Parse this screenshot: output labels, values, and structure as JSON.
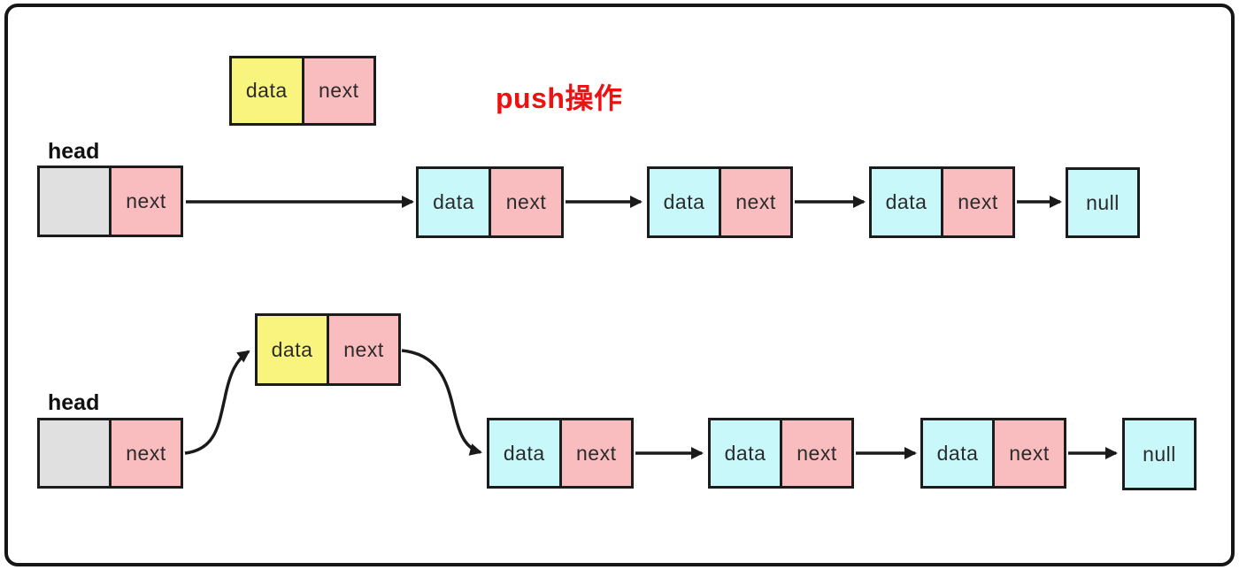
{
  "title": {
    "text": "push操作",
    "color": "#ee1111"
  },
  "colors": {
    "yellow": "#f8f47e",
    "pink": "#f9bdc0",
    "cyan": "#c9f8fb",
    "gray": "#e0e0e0",
    "line": "#1a1a1a",
    "frame_border": "#161616",
    "background": "#ffffff",
    "cell_text": "#2b2b2b"
  },
  "nodes": [
    {
      "id": "new-node-top",
      "cells": [
        {
          "label": "data",
          "color": "yellow"
        },
        {
          "label": "next",
          "color": "pink"
        }
      ]
    },
    {
      "id": "head-top",
      "label": "head",
      "cells": [
        {
          "label": "",
          "color": "gray"
        },
        {
          "label": "next",
          "color": "pink"
        }
      ]
    },
    {
      "id": "node1-top",
      "cells": [
        {
          "label": "data",
          "color": "cyan"
        },
        {
          "label": "next",
          "color": "pink"
        }
      ]
    },
    {
      "id": "node2-top",
      "cells": [
        {
          "label": "data",
          "color": "cyan"
        },
        {
          "label": "next",
          "color": "pink"
        }
      ]
    },
    {
      "id": "node3-top",
      "cells": [
        {
          "label": "data",
          "color": "cyan"
        },
        {
          "label": "next",
          "color": "pink"
        }
      ]
    },
    {
      "id": "null-top",
      "cells": [
        {
          "label": "null",
          "color": "cyan"
        }
      ]
    },
    {
      "id": "new-node-bottom",
      "cells": [
        {
          "label": "data",
          "color": "yellow"
        },
        {
          "label": "next",
          "color": "pink"
        }
      ]
    },
    {
      "id": "head-bottom",
      "label": "head",
      "cells": [
        {
          "label": "",
          "color": "gray"
        },
        {
          "label": "next",
          "color": "pink"
        }
      ]
    },
    {
      "id": "node1-bottom",
      "cells": [
        {
          "label": "data",
          "color": "cyan"
        },
        {
          "label": "next",
          "color": "pink"
        }
      ]
    },
    {
      "id": "node2-bottom",
      "cells": [
        {
          "label": "data",
          "color": "cyan"
        },
        {
          "label": "next",
          "color": "pink"
        }
      ]
    },
    {
      "id": "node3-bottom",
      "cells": [
        {
          "label": "data",
          "color": "cyan"
        },
        {
          "label": "next",
          "color": "pink"
        }
      ]
    },
    {
      "id": "null-bottom",
      "cells": [
        {
          "label": "null",
          "color": "cyan"
        }
      ]
    }
  ],
  "edges": [
    {
      "from": "head-top.next",
      "to": "node1-top",
      "style": "straight"
    },
    {
      "from": "node1-top.next",
      "to": "node2-top",
      "style": "straight"
    },
    {
      "from": "node2-top.next",
      "to": "node3-top",
      "style": "straight"
    },
    {
      "from": "node3-top.next",
      "to": "null-top",
      "style": "straight"
    },
    {
      "from": "head-bottom.next",
      "to": "new-node-bottom",
      "style": "curved-up"
    },
    {
      "from": "new-node-bottom.next",
      "to": "node1-bottom",
      "style": "curved-down"
    },
    {
      "from": "node1-bottom.next",
      "to": "node2-bottom",
      "style": "straight"
    },
    {
      "from": "node2-bottom.next",
      "to": "node3-bottom",
      "style": "straight"
    },
    {
      "from": "node3-bottom.next",
      "to": "null-bottom",
      "style": "straight"
    }
  ]
}
